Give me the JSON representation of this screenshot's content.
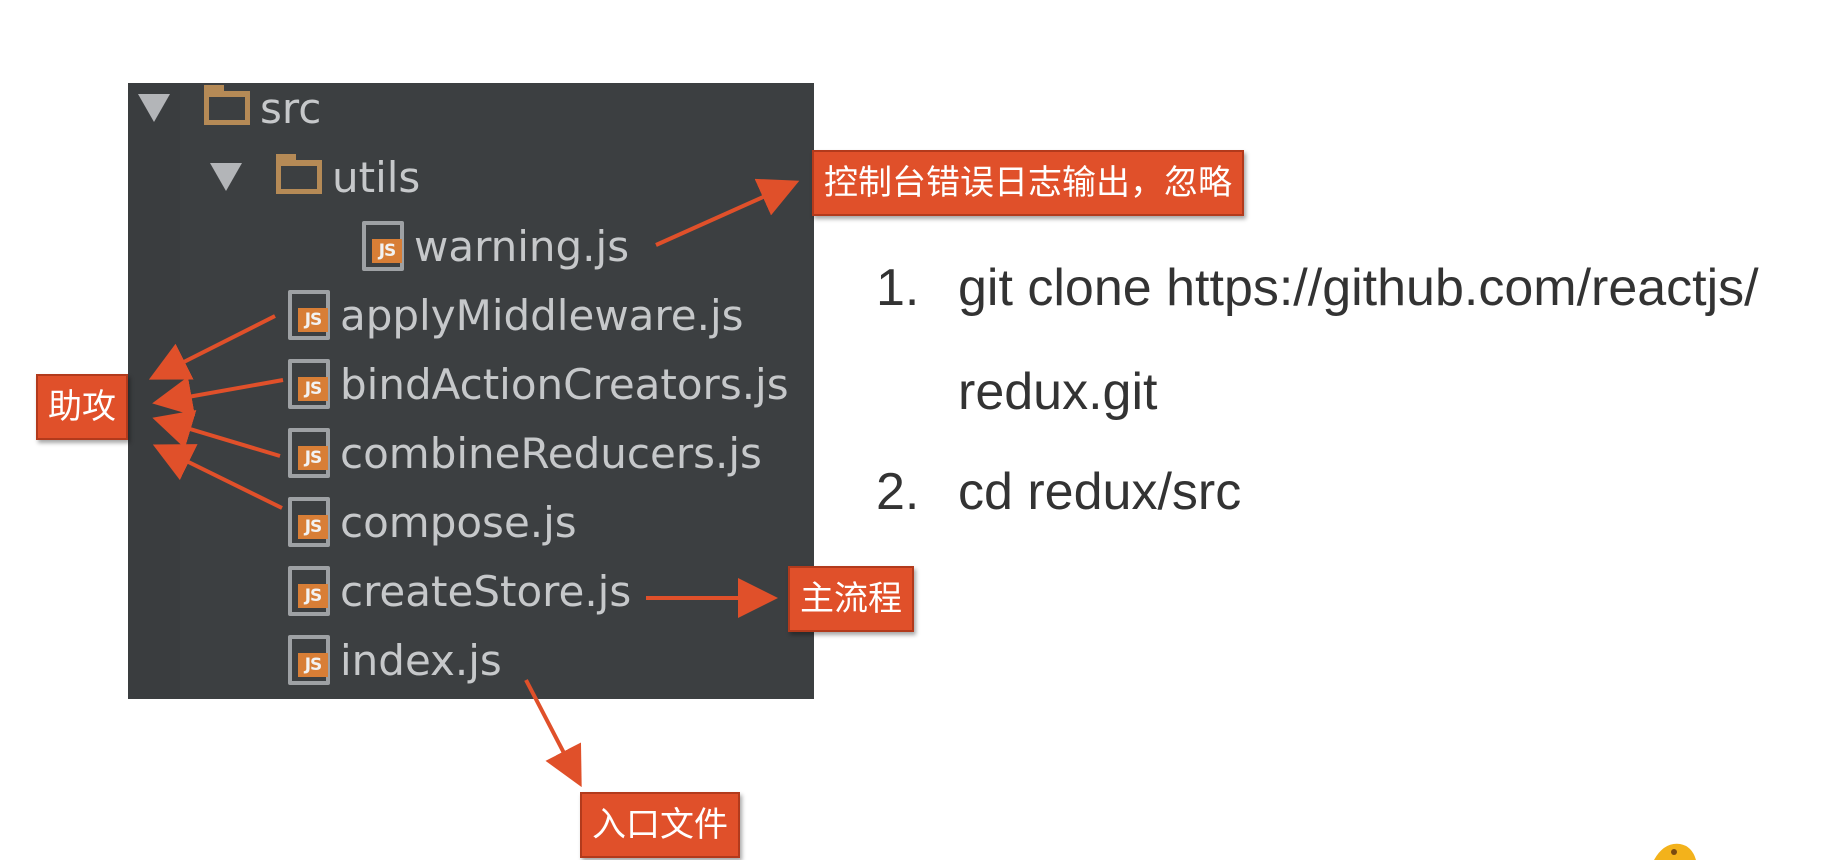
{
  "tree": {
    "folders": [
      {
        "name": "src",
        "expanded": true
      },
      {
        "name": "utils",
        "expanded": true
      }
    ],
    "files": [
      {
        "name": "warning.js"
      },
      {
        "name": "applyMiddleware.js"
      },
      {
        "name": "bindActionCreators.js"
      },
      {
        "name": "combineReducers.js"
      },
      {
        "name": "compose.js"
      },
      {
        "name": "createStore.js"
      },
      {
        "name": "index.js"
      }
    ]
  },
  "callouts": {
    "warning": "控制台错误日志输出，忽略",
    "helpers": "助攻",
    "main_flow": "主流程",
    "entry": "入口文件"
  },
  "steps": [
    {
      "number": "1.",
      "lines": [
        "git clone https://github.com/reactjs/",
        "redux.git"
      ]
    },
    {
      "number": "2.",
      "lines": [
        "cd redux/src"
      ]
    }
  ],
  "colors": {
    "panel_bg": "#3c3f41",
    "callout_bg": "#e0502a",
    "arrow": "#e0502a",
    "folder": "#b58a56",
    "js_badge": "#d87e36"
  }
}
